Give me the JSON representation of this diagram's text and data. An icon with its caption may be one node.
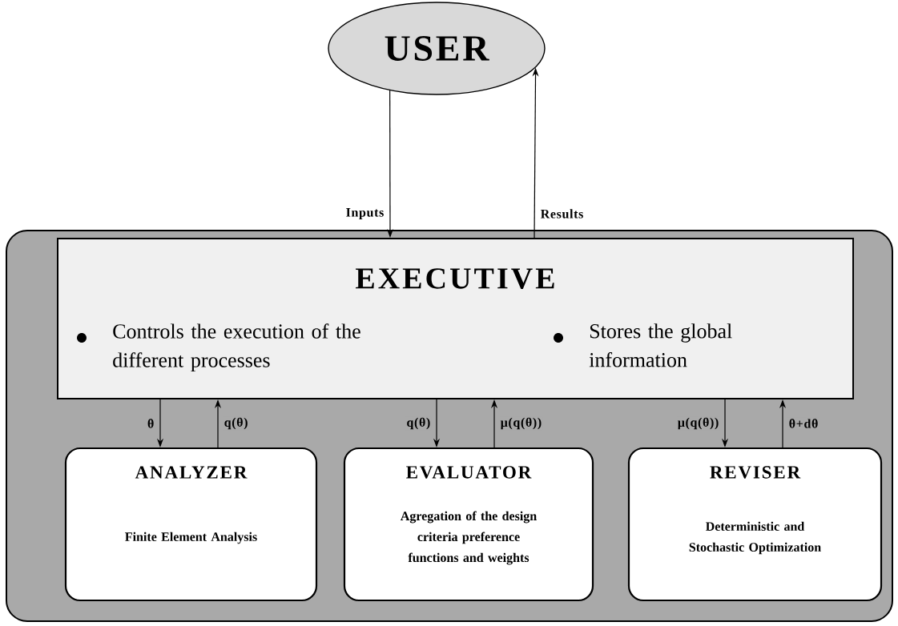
{
  "diagram": {
    "nodes": [
      {
        "text": [
          "USER"
        ]
      },
      {
        "text": [],
        "shape": "box"
      },
      {
        "text": [
          "EXECUTIVE",
          "Controls the execution of the different processes",
          "Stores the global information"
        ],
        "in": 1
      },
      {
        "text": [
          "ANALYZER",
          "Finite Element Analysis"
        ],
        "in": 1
      },
      {
        "text": [
          "EVALUATOR",
          "Agregation of the design criteria preference functions and weights"
        ],
        "in": 1
      },
      {
        "text": [
          "REVISER",
          "Deterministic and Stochastic Optimization"
        ],
        "in": 1
      }
    ],
    "edges": [
      {
        "from": 0,
        "to": 2,
        "arrow": "to",
        "label": "Inputs"
      },
      {
        "from": 2,
        "to": 0,
        "arrow": "to",
        "label": "Results"
      },
      {
        "from": 2,
        "to": 3,
        "arrow": "to",
        "label": "θ"
      },
      {
        "from": 3,
        "to": 2,
        "arrow": "to",
        "label": "q(θ)"
      },
      {
        "from": 2,
        "to": 4,
        "arrow": "to",
        "label": "q(θ)"
      },
      {
        "from": 4,
        "to": 2,
        "arrow": "to",
        "label": "μ(q(θ))"
      },
      {
        "from": 2,
        "to": 5,
        "arrow": "to",
        "label": "μ(q(θ))"
      },
      {
        "from": 5,
        "to": 2,
        "arrow": "to",
        "label": "θ+dθ"
      }
    ]
  }
}
